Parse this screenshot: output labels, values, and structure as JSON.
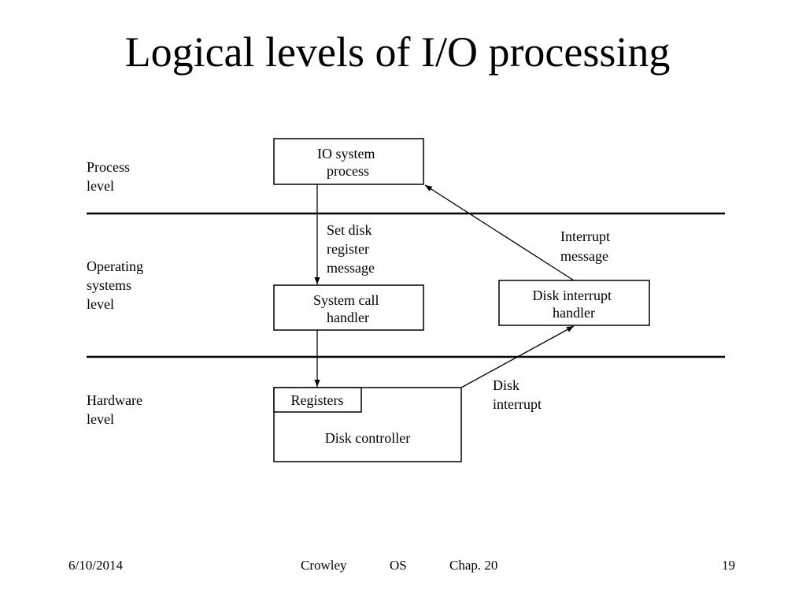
{
  "slide": {
    "title": "Logical levels of I/O processing"
  },
  "levels": {
    "process": [
      "Process",
      "level"
    ],
    "operating": [
      "Operating",
      "systems",
      "level"
    ],
    "hardware": [
      "Hardware",
      "level"
    ]
  },
  "boxes": {
    "io_system": [
      "IO system",
      "process"
    ],
    "syscall": [
      "System call",
      "handler"
    ],
    "disk_interrupt": [
      "Disk interrupt",
      "handler"
    ],
    "registers": "Registers",
    "disk_controller": "Disk controller"
  },
  "edge_labels": {
    "set_disk": [
      "Set disk",
      "register",
      "message"
    ],
    "interrupt_message": [
      "Interrupt",
      "message"
    ],
    "disk_interrupt": [
      "Disk",
      "interrupt"
    ]
  },
  "footer": {
    "date": "6/10/2014",
    "author": "Crowley",
    "course": "OS",
    "chapter": "Chap. 20",
    "page": "19"
  }
}
